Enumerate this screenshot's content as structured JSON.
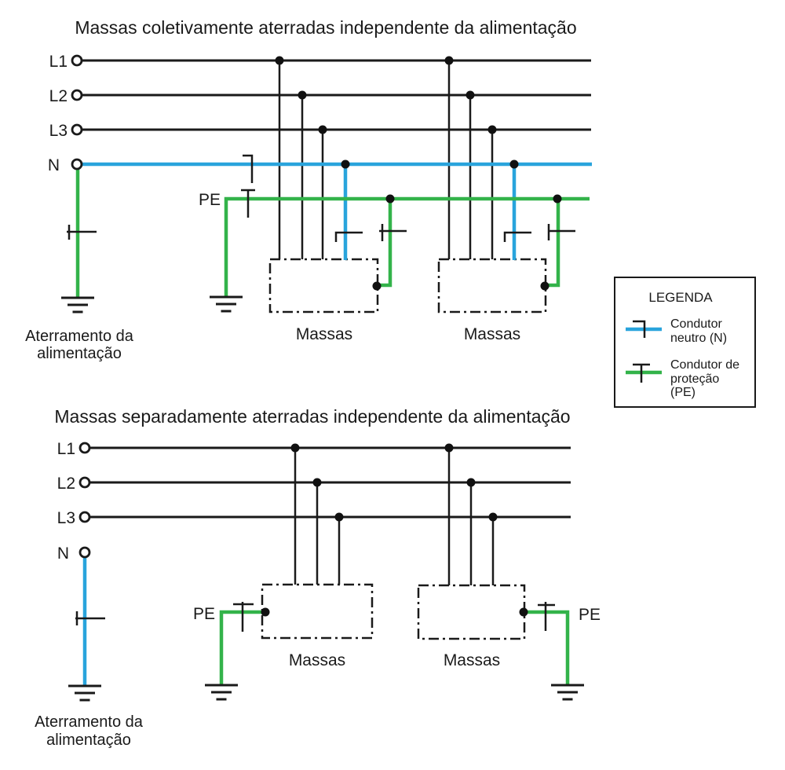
{
  "colors": {
    "neutral_blue": "#29A4DC",
    "protection_green": "#33B34A",
    "line_black": "#1A1A1A"
  },
  "top_diagram": {
    "title": "Massas coletivamente aterradas independente da alimentação",
    "labels": {
      "l1": "L1",
      "l2": "L2",
      "l3": "L3",
      "n": "N",
      "pe": "PE"
    },
    "masses_left": "Massas",
    "masses_right": "Massas",
    "earth_caption": {
      "line1": "Aterramento da",
      "line2": "alimentação"
    }
  },
  "bottom_diagram": {
    "title": "Massas separadamente aterradas independente da alimentação",
    "labels": {
      "l1": "L1",
      "l2": "L2",
      "l3": "L3",
      "n": "N",
      "pe_left": "PE",
      "pe_right": "PE"
    },
    "masses_left": "Massas",
    "masses_right": "Massas",
    "earth_caption": {
      "line1": "Aterramento da",
      "line2": "alimentação"
    }
  },
  "legend": {
    "title": "LEGENDA",
    "neutral": {
      "line1": "Condutor",
      "line2": "neutro (N)"
    },
    "protection": {
      "line1": "Condutor de",
      "line2": "proteção",
      "line3": "(PE)"
    }
  }
}
